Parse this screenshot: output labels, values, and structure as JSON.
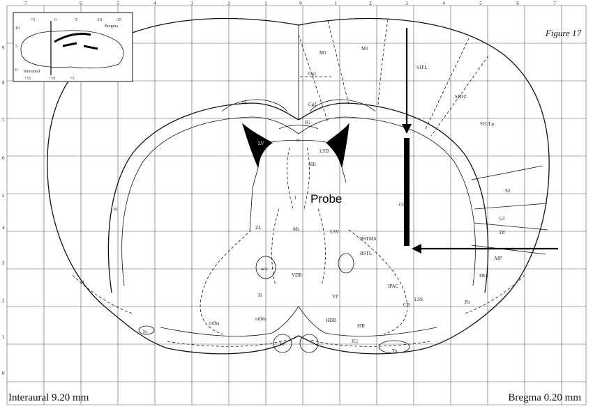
{
  "figure_label": "Figure 17",
  "interaural": "Interaural 9.20 mm",
  "bregma": "Bregma 0.20 mm",
  "probe_label": "Probe",
  "top_ticks": [
    "7",
    "6",
    "5",
    "4",
    "3",
    "2",
    "1",
    "0",
    "1",
    "2",
    "3",
    "4",
    "5",
    "6",
    "7"
  ],
  "left_ticks": [
    "9",
    "8",
    "7",
    "6",
    "5",
    "4",
    "3",
    "2",
    "1",
    "0"
  ],
  "inset": {
    "top_ticks": [
      "+5",
      "0",
      "-5",
      "-10",
      "-15"
    ],
    "bottom_ticks": [
      "+15",
      "+10",
      "+5"
    ],
    "left_ticks": [
      "10",
      "5",
      "0"
    ],
    "bregma_label": "Bregma",
    "interaural_label": "Interaural"
  },
  "regions": {
    "m1": "M1",
    "m2": "M2",
    "cg1": "Cg1",
    "cg2": "Cg2",
    "s1fl": "S1FL",
    "s1dz": "S1DZ",
    "s1ulp": "S1ULp",
    "s2": "S2",
    "gi": "GI",
    "di": "DI",
    "aip": "AIP",
    "den": "DEn",
    "pir": "Pir",
    "cg": "cg",
    "ig": "IG",
    "cc": "cc",
    "lv": "LV",
    "lsd": "LSD",
    "shi": "SHi",
    "cpu": "CPu",
    "ec": "ec",
    "l": "I",
    "zl": "ZL",
    "ms": "Ms",
    "lsv": "LSV",
    "bstma": "BSTMA",
    "bstl": "BSTL",
    "aca": "aca",
    "vdb": "VDB",
    "vp": "VP",
    "ipac": "IPAC",
    "cb": "CB",
    "lss": "LSS",
    "rf": "rf",
    "si": "Si",
    "mfba": "mfba",
    "mfbb": "mfbb",
    "hdb": "HDB",
    "sib": "SIB",
    "icj": "ICj",
    "tu": "Tu",
    "lo": "lo",
    "n2": "2n"
  }
}
